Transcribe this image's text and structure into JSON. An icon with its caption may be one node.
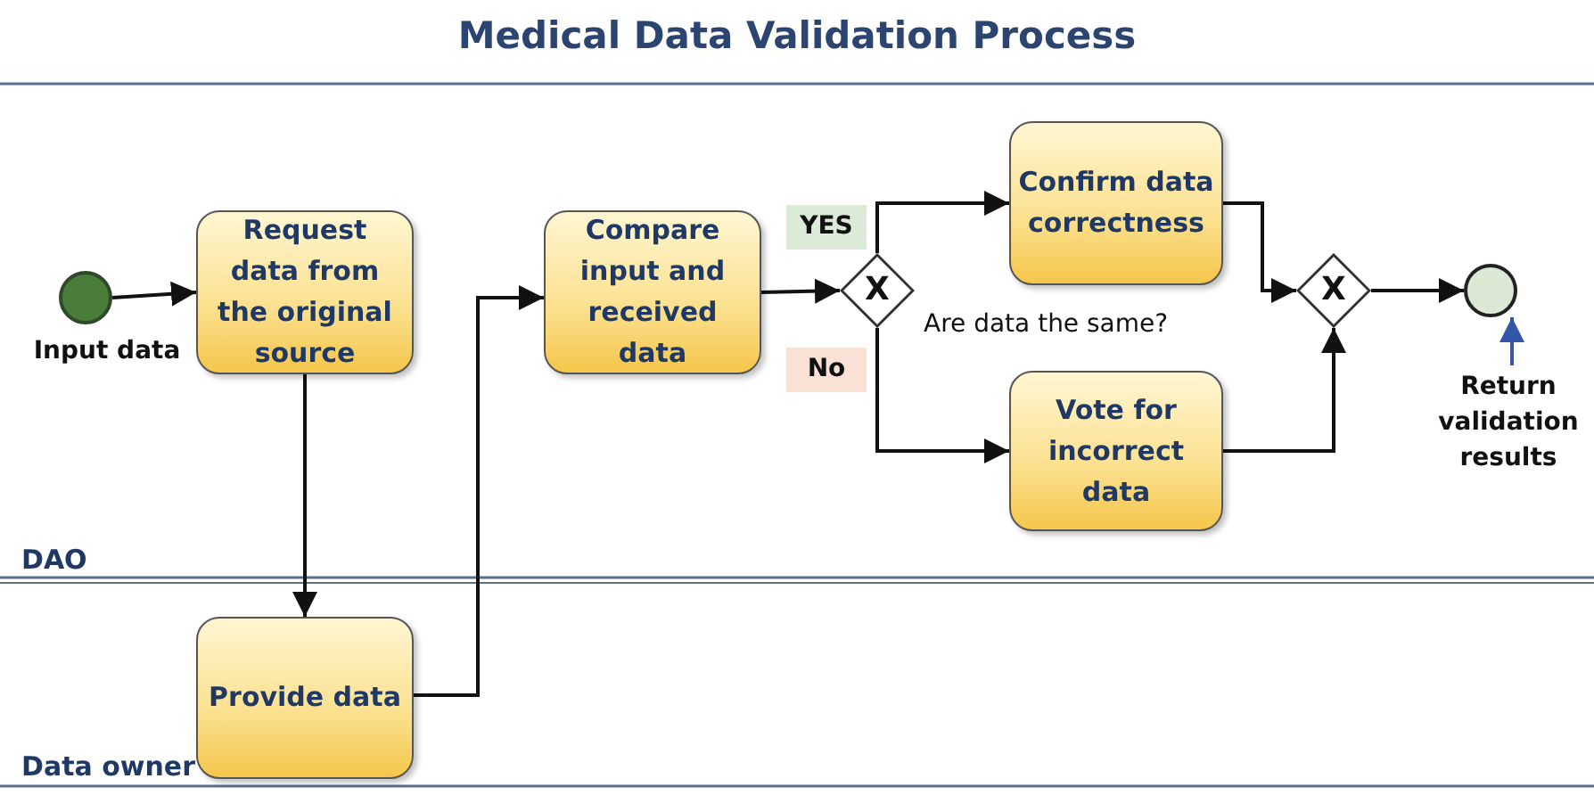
{
  "diagram": {
    "title": "Medical Data Validation Process",
    "nodes": [
      {
        "text": [],
        "shape": "circle",
        "beside": [
          "Input data"
        ]
      },
      {
        "text": [
          "Request data from the original source"
        ]
      },
      {
        "text": [
          "Provide data"
        ]
      },
      {
        "text": [
          "Compare input and received data"
        ]
      },
      {
        "text": [
          "X"
        ],
        "beside": [
          "Are data the same?"
        ]
      },
      {
        "text": [
          "Confirm data correctness"
        ]
      },
      {
        "text": [
          "Vote for incorrect data"
        ]
      },
      {
        "text": [
          "X"
        ]
      },
      {
        "text": [],
        "shape": "circle"
      },
      {
        "text": [
          "Return validation results"
        ]
      }
    ],
    "edges": [
      {
        "from": 0,
        "to": 1,
        "arrow": "to"
      },
      {
        "from": 1,
        "to": 2,
        "arrow": "to"
      },
      {
        "from": 2,
        "to": 3,
        "arrow": "to"
      },
      {
        "from": 3,
        "to": 4,
        "arrow": "to"
      },
      {
        "from": 4,
        "to": 5,
        "arrow": "to",
        "label": "YES"
      },
      {
        "from": 4,
        "to": 6,
        "arrow": "to",
        "label": "No"
      },
      {
        "from": 5,
        "to": 7,
        "arrow": "to"
      },
      {
        "from": 6,
        "to": 7,
        "arrow": "to"
      },
      {
        "from": 7,
        "to": 8,
        "arrow": "to"
      },
      {
        "from": 9,
        "to": 8,
        "arrow": "to",
        "color": "#3355aa"
      }
    ],
    "labels": [
      "DAO",
      "Data owner"
    ]
  }
}
